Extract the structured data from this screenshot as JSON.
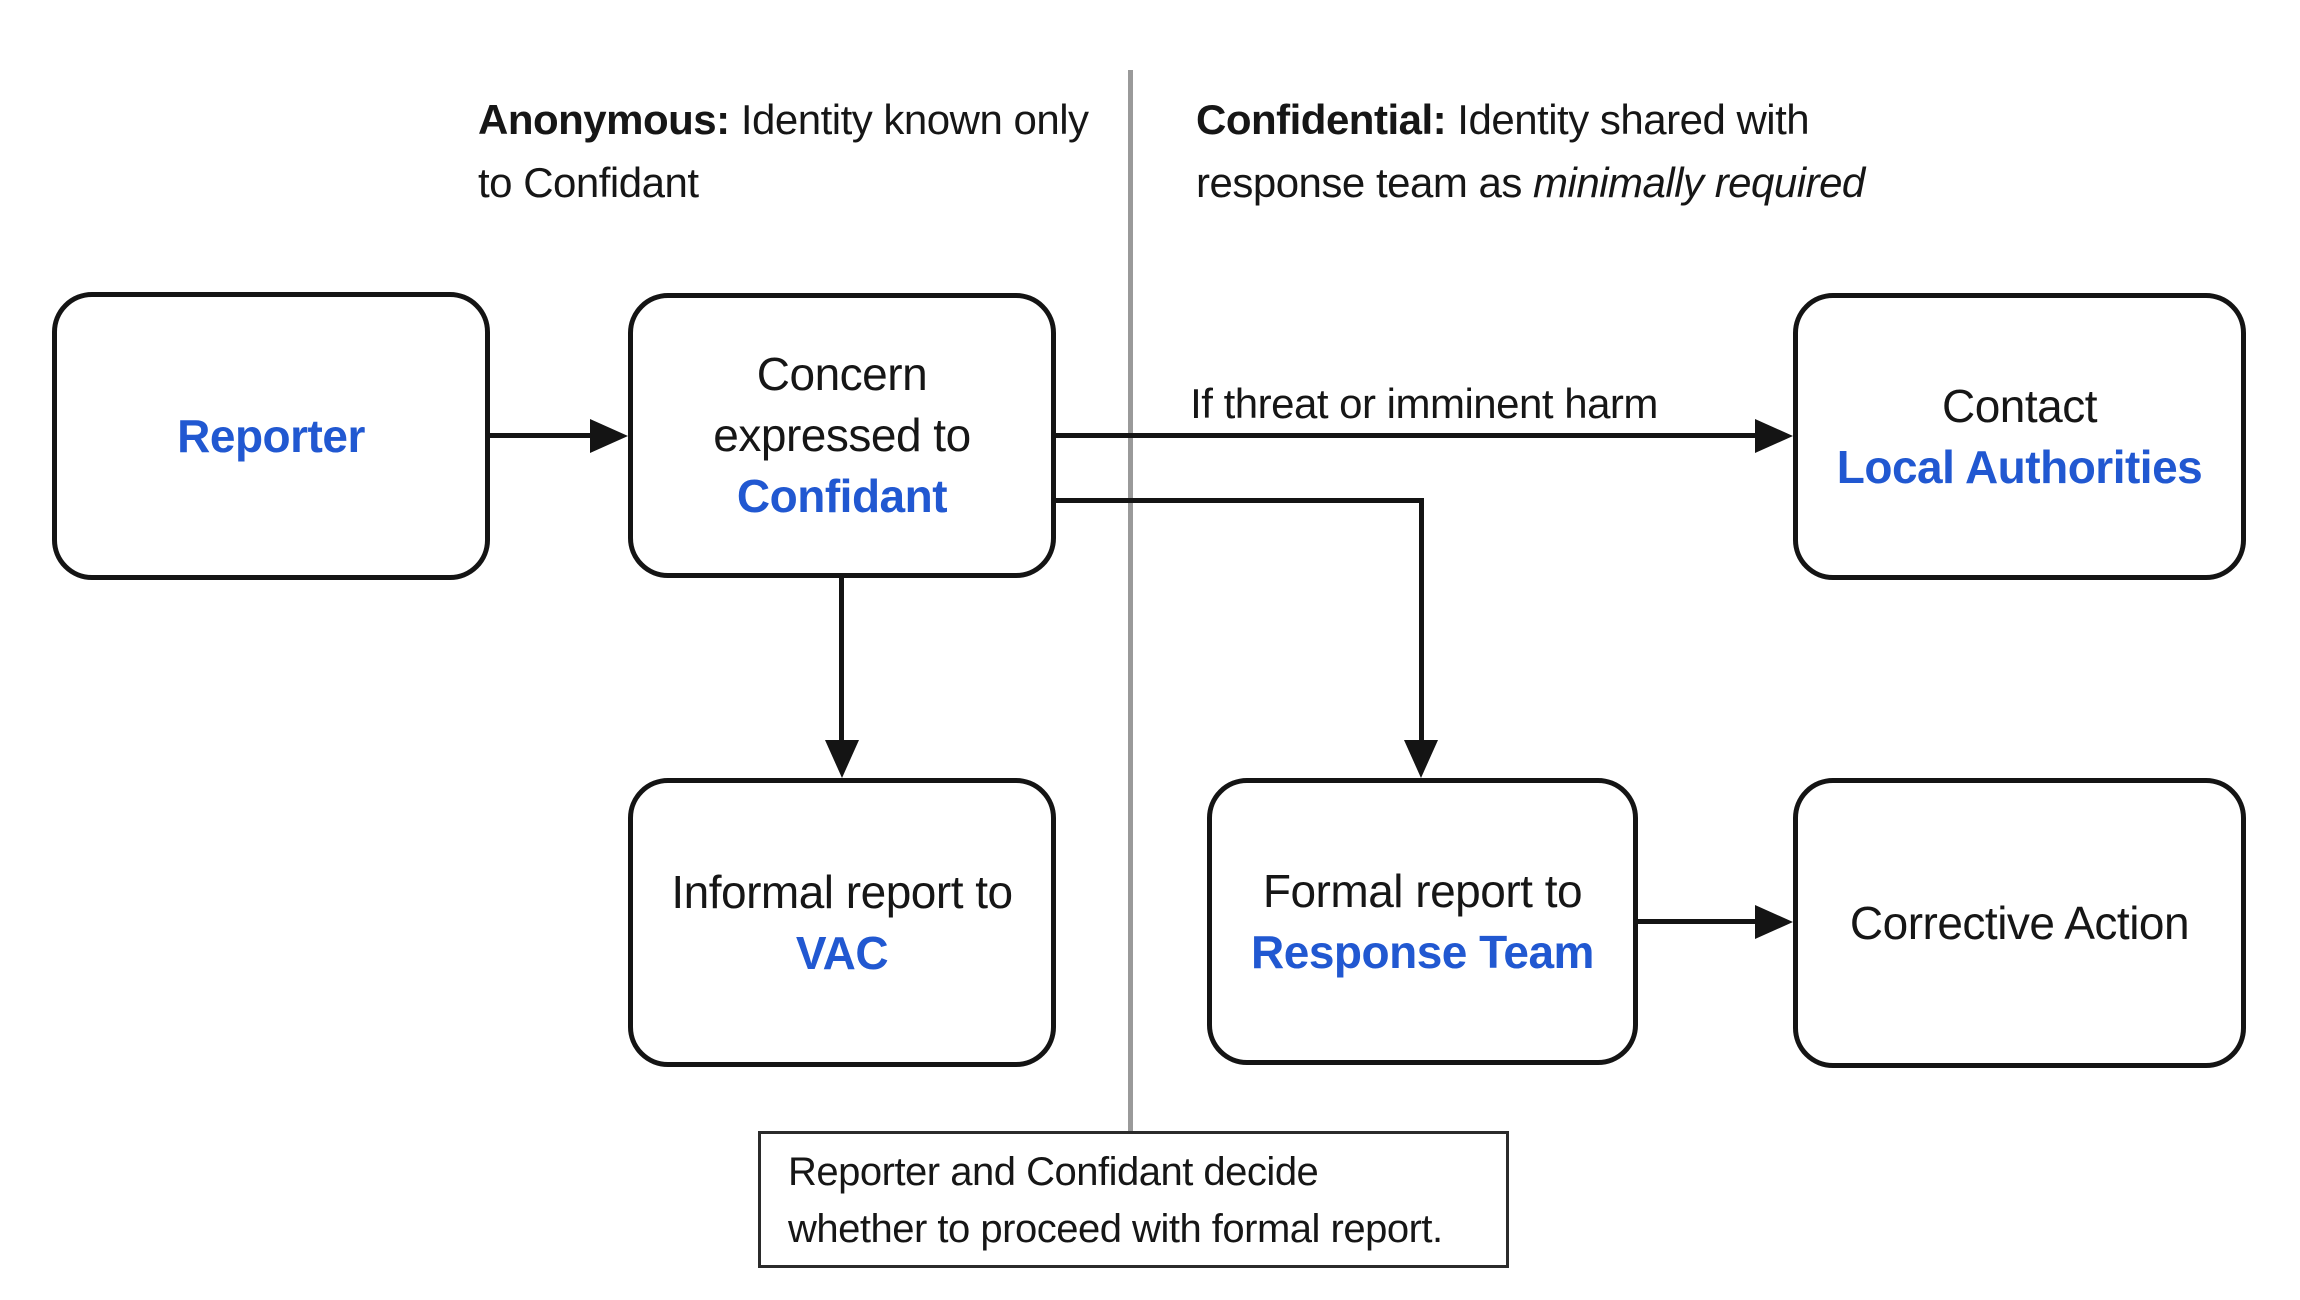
{
  "colors": {
    "accent": "#2158d1",
    "line": "#141414",
    "divider": "#9a9a9a",
    "background": "#ffffff"
  },
  "headers": {
    "anonymous": {
      "term": "Anonymous:",
      "rest": " Identity known only",
      "line2": "to Confidant"
    },
    "confidential": {
      "term": "Confidential:",
      "rest": " Identity shared with",
      "line2_pre": "response team as ",
      "line2_italic": "minimally required"
    }
  },
  "nodes": {
    "reporter": {
      "emphasis": "Reporter"
    },
    "concern": {
      "line1": "Concern",
      "line2": "expressed to",
      "emphasis": "Confidant"
    },
    "contact": {
      "line1": "Contact",
      "emphasis": "Local Authorities"
    },
    "informal": {
      "line1": "Informal report to",
      "emphasis": "VAC"
    },
    "formal": {
      "line1": "Formal report to",
      "emphasis": "Response Team"
    },
    "corrective": {
      "line1": "Corrective Action"
    }
  },
  "edges": {
    "threat_label": "If threat or imminent harm"
  },
  "note": {
    "line1": "Reporter and Confidant decide",
    "line2": "whether to proceed with formal report."
  }
}
